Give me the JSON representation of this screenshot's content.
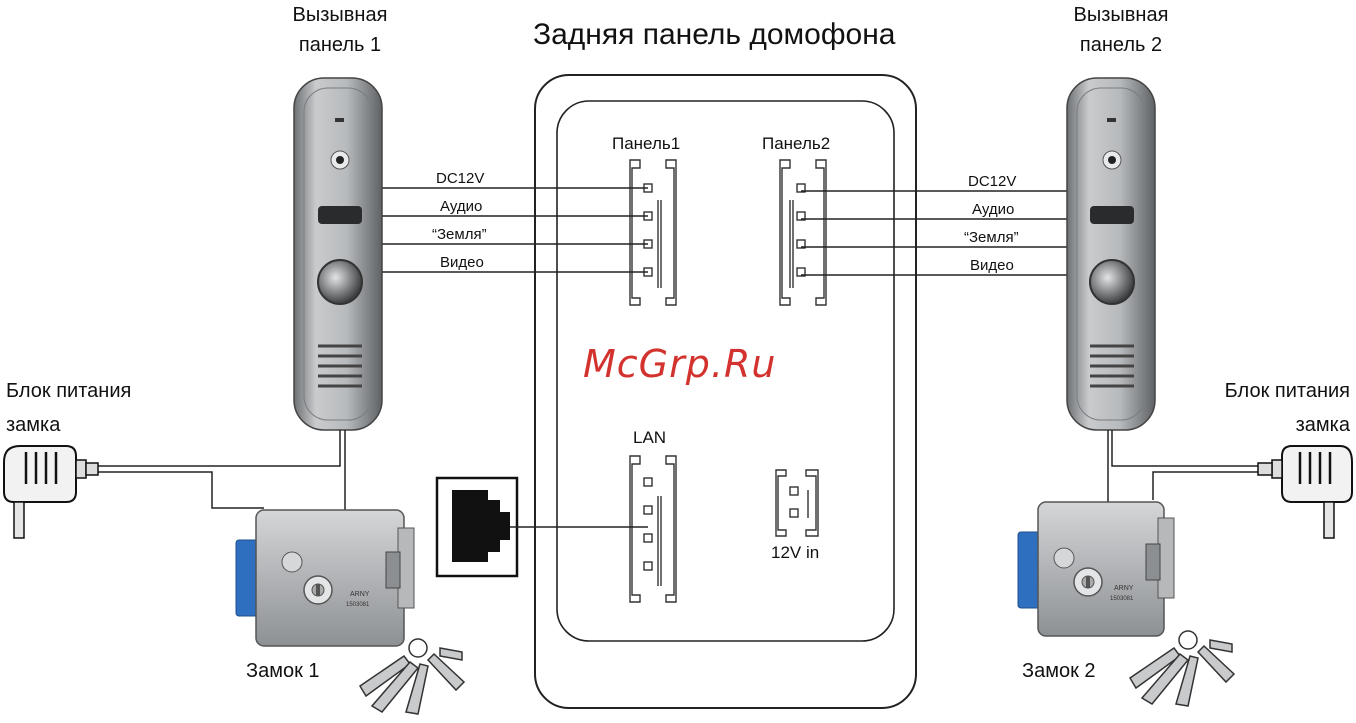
{
  "title": "Задняя панель домофона",
  "panel1": {
    "label_line1": "Вызывная",
    "label_line2": "панель 1"
  },
  "panel2": {
    "label_line1": "Вызывная",
    "label_line2": "панель 2"
  },
  "connectors": {
    "panel1": "Панель1",
    "panel2": "Панель2",
    "lan": "LAN",
    "power": "12V in"
  },
  "wires_left": [
    "DC12V",
    "Аудио",
    "“Земля”",
    "Видео"
  ],
  "wires_right": [
    "DC12V",
    "Аудио",
    "“Земля”",
    "Видео"
  ],
  "psu_left": {
    "line1": "Блок питания",
    "line2": "замка"
  },
  "psu_right": {
    "line1": "Блок питания",
    "line2": "замка"
  },
  "lock1": "Замок 1",
  "lock2": "Замок 2",
  "lock_brand": "ARNY",
  "lock_model": "1503081",
  "watermark": "McGrp.Ru",
  "colors": {
    "lock_blue": "#2f6fbf",
    "panel_silver": "#a9acae",
    "watermark_red": "#d3332e"
  }
}
